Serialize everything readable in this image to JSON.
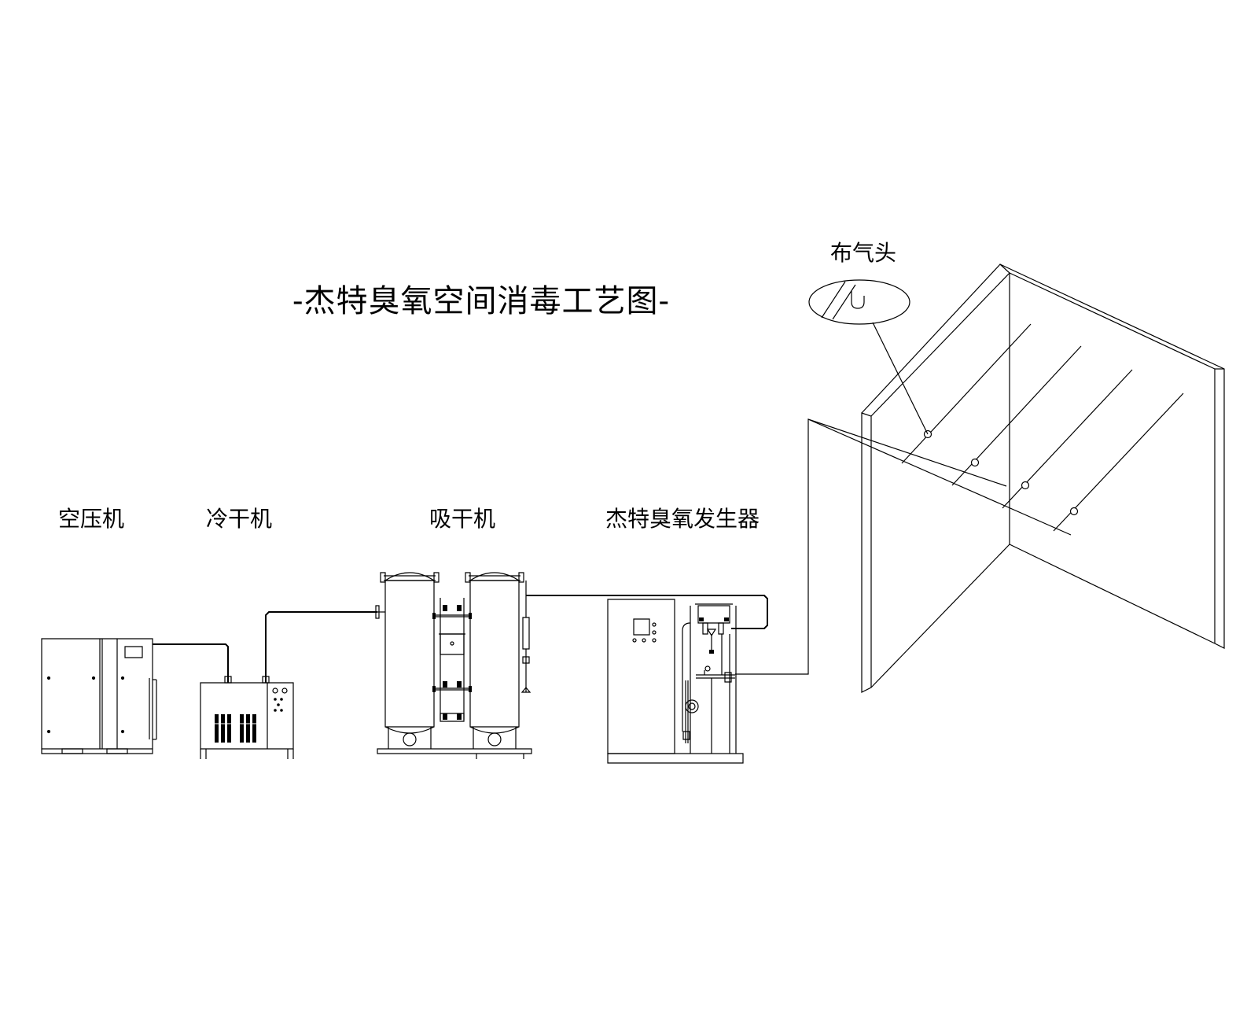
{
  "diagram": {
    "title": "-杰特臭氧空间消毒工艺图-",
    "equipment": [
      {
        "id": "air-compressor",
        "label": "空压机"
      },
      {
        "id": "refrigerated-dryer",
        "label": "冷干机"
      },
      {
        "id": "adsorption-dryer",
        "label": "吸干机"
      },
      {
        "id": "ozone-generator",
        "label": "杰特臭氧发生器"
      }
    ],
    "room": {
      "nozzle_label": "布气头",
      "nozzle_count": 4
    },
    "colors": {
      "line": "#000000",
      "background": "#ffffff"
    }
  }
}
